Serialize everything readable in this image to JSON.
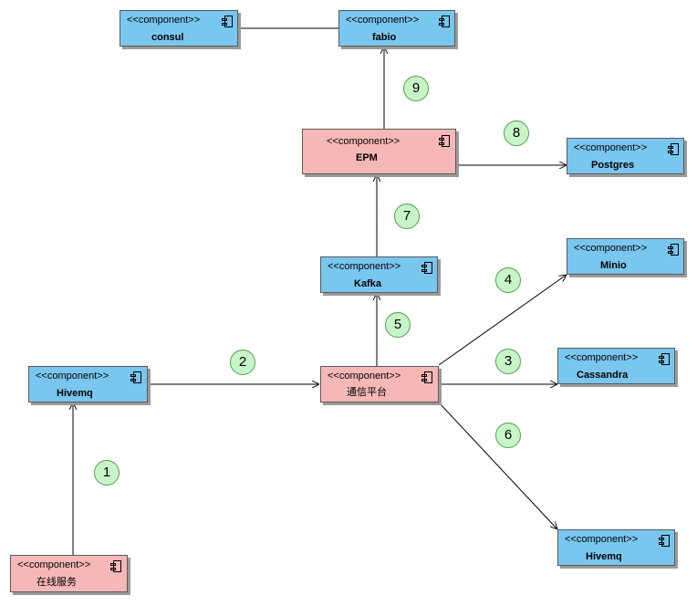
{
  "stereotype": "<<component>>",
  "components": {
    "consul": {
      "name": "consul",
      "fill": "#79c6ef"
    },
    "fabio": {
      "name": "fabio",
      "fill": "#79c6ef"
    },
    "epm": {
      "name": "EPM",
      "fill": "#f6b7b7"
    },
    "postgres": {
      "name": "Postgres",
      "fill": "#79c6ef"
    },
    "kafka": {
      "name": "Kafka",
      "fill": "#79c6ef"
    },
    "minio": {
      "name": "Minio",
      "fill": "#79c6ef"
    },
    "hivemq_left": {
      "name": "Hivemq",
      "fill": "#79c6ef"
    },
    "comm_platform": {
      "name": "通信平台",
      "fill": "#f6b7b7"
    },
    "cassandra": {
      "name": "Cassandra",
      "fill": "#79c6ef"
    },
    "hivemq_right": {
      "name": "Hivemq",
      "fill": "#79c6ef"
    },
    "online_service": {
      "name": "在线服务",
      "fill": "#f6b7b7"
    }
  },
  "steps": {
    "s1": "1",
    "s2": "2",
    "s3": "3",
    "s4": "4",
    "s5": "5",
    "s6": "6",
    "s7": "7",
    "s8": "8",
    "s9": "9"
  },
  "colors": {
    "component_blue": "#79c6ef",
    "component_pink": "#f6b7b7",
    "step_marker": "#c8f5c8",
    "edge": "#000000"
  }
}
